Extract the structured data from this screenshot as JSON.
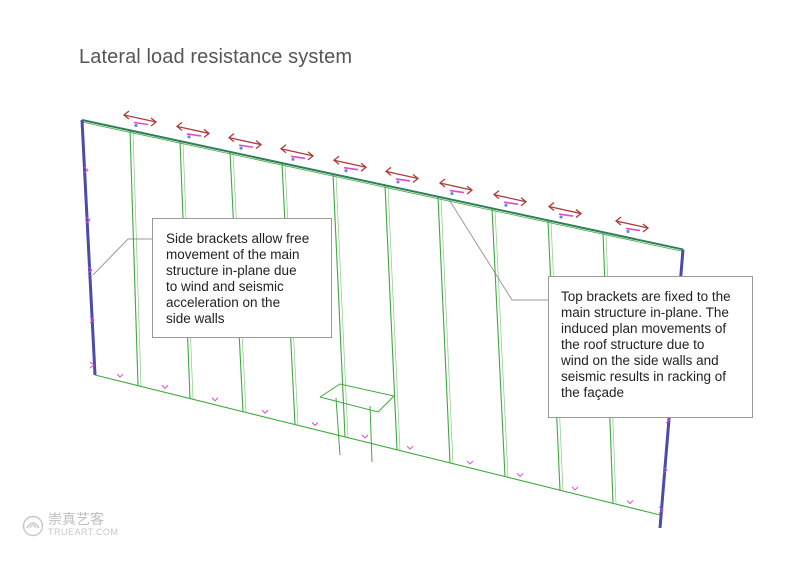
{
  "title": "Lateral load resistance system",
  "callouts": {
    "side": "Side brackets allow free\nmovement of the main\nstructure in-plane due\nto wind and seismic\nacceleration on the\nside walls",
    "top": "Top brackets are fixed to the\nmain structure in-plane. The\ninduced plan movements of\nthe roof structure due to\nwind on the side walls and\nseismic results in racking of\nthe façade"
  },
  "watermark": {
    "cn": "崇真艺客",
    "en": "TRUEART.COM",
    "icon": "shell-logo-icon"
  },
  "colors": {
    "panel_green": "#3fa83f",
    "top_beam": "#2e7d5b",
    "end_column": "#4b4ba8",
    "arrow_red": "#b03a3a",
    "bracket_magenta": "#d84bd8",
    "leader_gray": "#9a9a9a"
  }
}
